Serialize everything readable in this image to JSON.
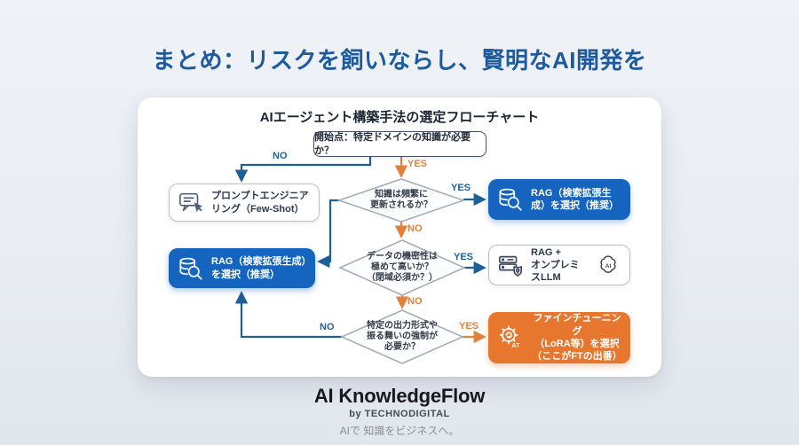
{
  "page": {
    "title": "まとめ：リスクを飼いならし、賢明なAI開発を"
  },
  "flowchart": {
    "title": "AIエージェント構築手法の選定フローチャート",
    "labels": {
      "yes": "YES",
      "no": "NO"
    },
    "start": {
      "label": "開始点：特定ドメインの知識が必要か？"
    },
    "decisions": {
      "d1": {
        "line1": "知識は頻繁に",
        "line2": "更新されるか？"
      },
      "d2": {
        "line1": "データの機密性は",
        "line2": "極めて高いか？",
        "line3": "（閉域必須か？）"
      },
      "d3": {
        "line1": "特定の出力形式や",
        "line2": "振る舞いの強制が",
        "line3": "必要か？"
      }
    },
    "nodes": {
      "prompt": {
        "label": "プロンプトエンジニアリング（Few-Shot）",
        "icon": "chat-pointer-icon"
      },
      "rag_top": {
        "label": "RAG（検索拡張生成）を選択（推奨）",
        "icon": "database-search-icon"
      },
      "rag_left": {
        "label": "RAG（検索拡張生成）を選択（推奨）",
        "icon": "database-search-icon"
      },
      "onprem": {
        "line1": "RAG +",
        "line2": "オンプレミスLLM",
        "icon": "server-lock-icon",
        "badge_icon": "brain-ai-icon",
        "badge_text": "AI"
      },
      "finetune": {
        "line1": "ファインチューニング",
        "line2": "（LoRA等）を選択",
        "line3": "（ここがFTの出番）",
        "icon": "gear-tuning-icon",
        "icon_text": "AT"
      }
    },
    "colors": {
      "accent_blue": "#1565c0",
      "accent_orange": "#e7772e",
      "edge_blue": "#1e5f98",
      "edge_orange": "#e2813c",
      "title_blue": "#1d5a9e"
    }
  },
  "footer": {
    "brand": "AI KnowledgeFlow",
    "byline": "by TECHNODIGITAL",
    "tagline": "AIで 知識をビジネスへ。"
  }
}
